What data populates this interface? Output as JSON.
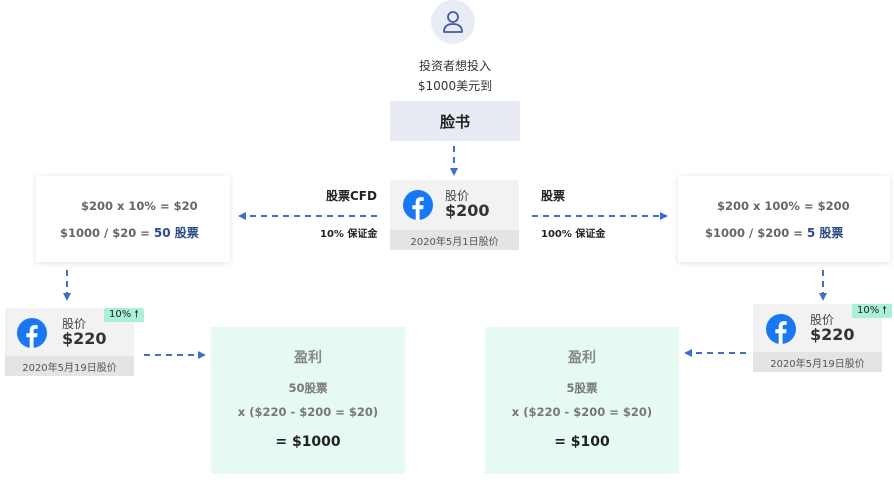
{
  "investor": {
    "icon": "user-icon",
    "line1": "投资者想投入",
    "line2": "$1000美元到"
  },
  "company": "脸书",
  "center_card": {
    "icon": "facebook-icon",
    "label": "股价",
    "price": "$200",
    "date": "2020年5月1日股价"
  },
  "left_branch": {
    "label": "股票CFD",
    "sublabel": "10% 保证金",
    "calc_line1": "$200 x 10% = $20",
    "calc_line2_prefix": "$1000 / $20 =",
    "calc_line2_result": "50 股票",
    "card": {
      "icon": "facebook-icon",
      "label": "股价",
      "price": "$220",
      "date": "2020年5月19日股价",
      "badge": "10%",
      "badge_icon": "arrow-up-icon"
    },
    "profit": {
      "title": "盈利",
      "shares": "50股票",
      "formula": "x ($220 - $200 = $20)",
      "result": "= $1000"
    }
  },
  "right_branch": {
    "label": "股票",
    "sublabel": "100% 保证金",
    "calc_line1": "$200 x 100% = $200",
    "calc_line2_prefix": "$1000 / $200 =",
    "calc_line2_result": "5 股票",
    "card": {
      "icon": "facebook-icon",
      "label": "股价",
      "price": "$220",
      "date": "2020年5月19日股价",
      "badge": "10%",
      "badge_icon": "arrow-up-icon"
    },
    "profit": {
      "title": "盈利",
      "shares": "5股票",
      "formula": "x ($220 - $200 = $20)",
      "result": "= $100"
    }
  },
  "colors": {
    "arrow": "#3f6fc9",
    "facebook": "#1877f2",
    "profit_bg": "#e6faf1",
    "badge_bg": "#a8f0d6",
    "company_bg": "#e9ebf4"
  }
}
